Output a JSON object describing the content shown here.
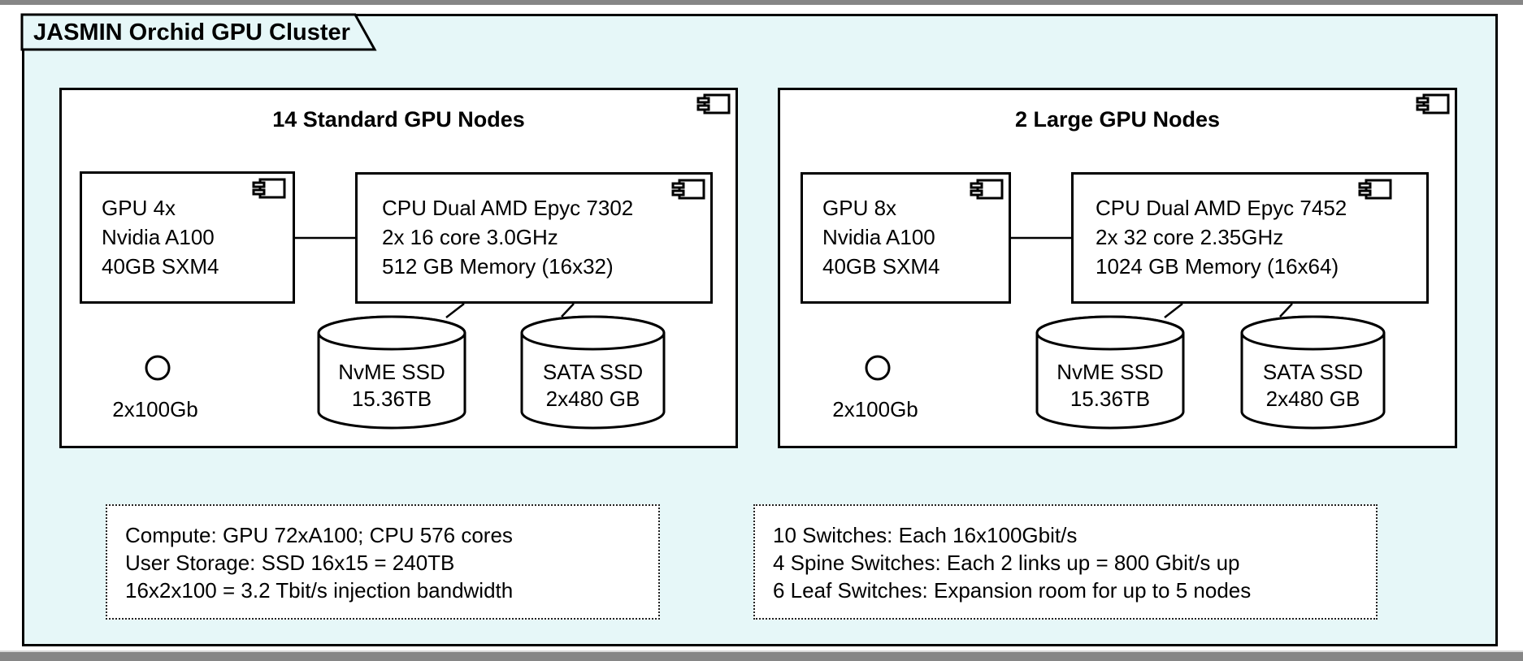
{
  "title": "JASMIN Orchid GPU Cluster",
  "nodes": [
    {
      "label": "14 Standard GPU Nodes",
      "gpu": {
        "lines": [
          "GPU 4x",
          "Nvidia A100",
          "40GB SXM4"
        ]
      },
      "cpu": {
        "lines": [
          "CPU Dual AMD Epyc 7302",
          "2x 16 core 3.0GHz",
          "512 GB Memory (16x32)"
        ]
      },
      "network_label": "2x100Gb",
      "nvme": {
        "lines": [
          "NvME SSD",
          "15.36TB"
        ]
      },
      "sata": {
        "lines": [
          "SATA SSD",
          "2x480 GB"
        ]
      }
    },
    {
      "label": "2 Large GPU Nodes",
      "gpu": {
        "lines": [
          "GPU 8x",
          "Nvidia A100",
          "40GB SXM4"
        ]
      },
      "cpu": {
        "lines": [
          "CPU Dual AMD Epyc 7452",
          "2x 32 core 2.35GHz",
          "1024 GB Memory (16x64)"
        ]
      },
      "network_label": "2x100Gb",
      "nvme": {
        "lines": [
          "NvME SSD",
          "15.36TB"
        ]
      },
      "sata": {
        "lines": [
          "SATA SSD",
          "2x480 GB"
        ]
      }
    }
  ],
  "notes": [
    {
      "lines": [
        "Compute: GPU 72xA100; CPU 576 cores",
        "User Storage: SSD 16x15 = 240TB",
        "16x2x100 = 3.2 Tbit/s injection bandwidth"
      ]
    },
    {
      "lines": [
        "10 Switches: Each 16x100Gbit/s",
        "4 Spine Switches: Each 2 links up = 800 Gbit/s up",
        "6 Leaf Switches: Expansion room for up to 5 nodes"
      ]
    }
  ],
  "colors": {
    "package_fill": "#E6F7F8",
    "box_fill": "#FFFFFF",
    "stroke": "#000000",
    "chrome_bar": "#868686"
  }
}
